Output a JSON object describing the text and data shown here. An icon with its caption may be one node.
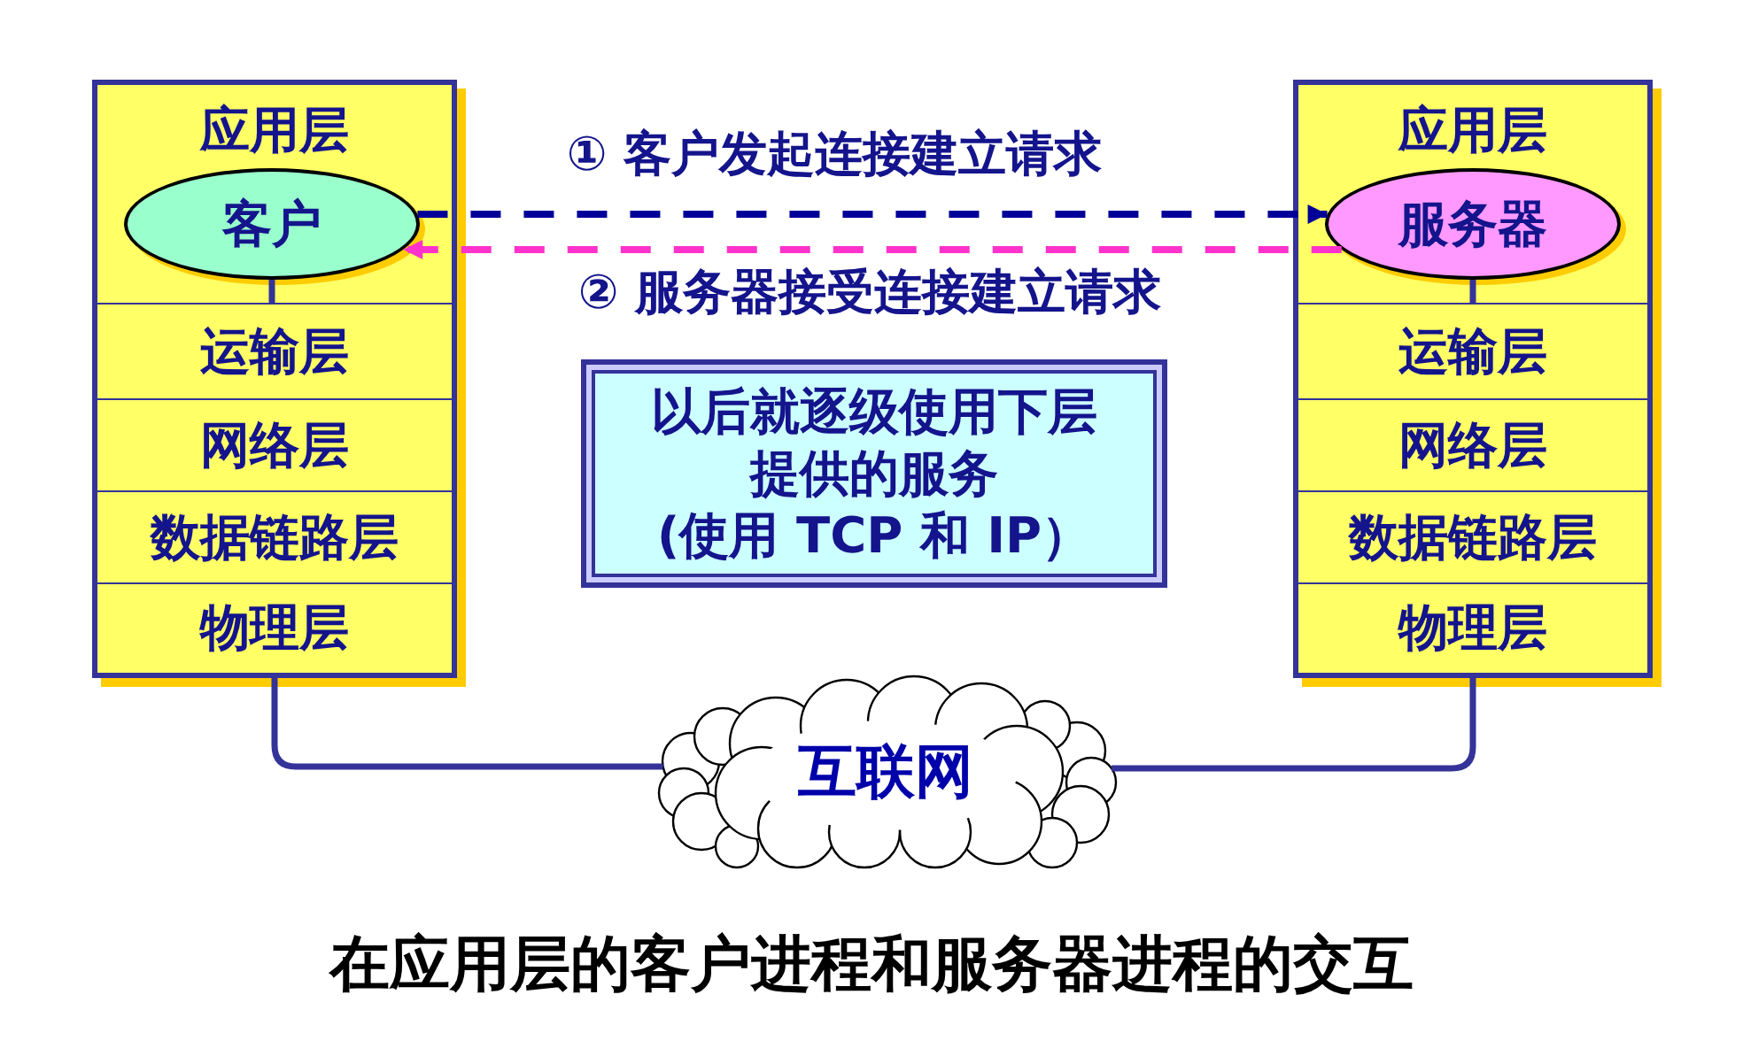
{
  "diagram": {
    "caption": "在应用层的客户进程和服务器进程的交互",
    "nodes": [
      {
        "text": [],
        "shape": "box"
      },
      {
        "text": [
          "应用层"
        ],
        "in": 0
      },
      {
        "text": [
          "客户"
        ],
        "in": 1
      },
      {
        "text": [
          "运输层"
        ],
        "in": 0
      },
      {
        "text": [
          "网络层"
        ],
        "in": 0
      },
      {
        "text": [
          "数据链路层"
        ],
        "in": 0
      },
      {
        "text": [
          "物理层"
        ],
        "in": 0
      },
      {
        "text": [],
        "shape": "box"
      },
      {
        "text": [
          "应用层"
        ],
        "in": 7
      },
      {
        "text": [
          "服务器"
        ],
        "in": 8
      },
      {
        "text": [
          "运输层"
        ],
        "in": 7
      },
      {
        "text": [
          "网络层"
        ],
        "in": 7
      },
      {
        "text": [
          "数据链路层"
        ],
        "in": 7
      },
      {
        "text": [
          "物理层"
        ],
        "in": 7
      },
      {
        "text": [
          "以后就逐级使用下层提供的服务",
          "(使用 TCP 和 IP）"
        ]
      },
      {
        "text": [
          "互联网"
        ]
      }
    ],
    "edges": [
      {
        "from": 2,
        "to": 9,
        "arrow": "to",
        "label": "① 客户发起连接建立请求",
        "style": "dashed",
        "color": "#000099"
      },
      {
        "from": 9,
        "to": 2,
        "arrow": "to",
        "label": "② 服务器接受连接建立请求",
        "style": "dashed",
        "color": "#ff33cc"
      },
      {
        "from": 2,
        "to": 3,
        "arrow": "none"
      },
      {
        "from": 9,
        "to": 10,
        "arrow": "none"
      },
      {
        "from": 6,
        "to": 15,
        "arrow": "none"
      },
      {
        "from": 13,
        "to": 15,
        "arrow": "none"
      }
    ]
  }
}
